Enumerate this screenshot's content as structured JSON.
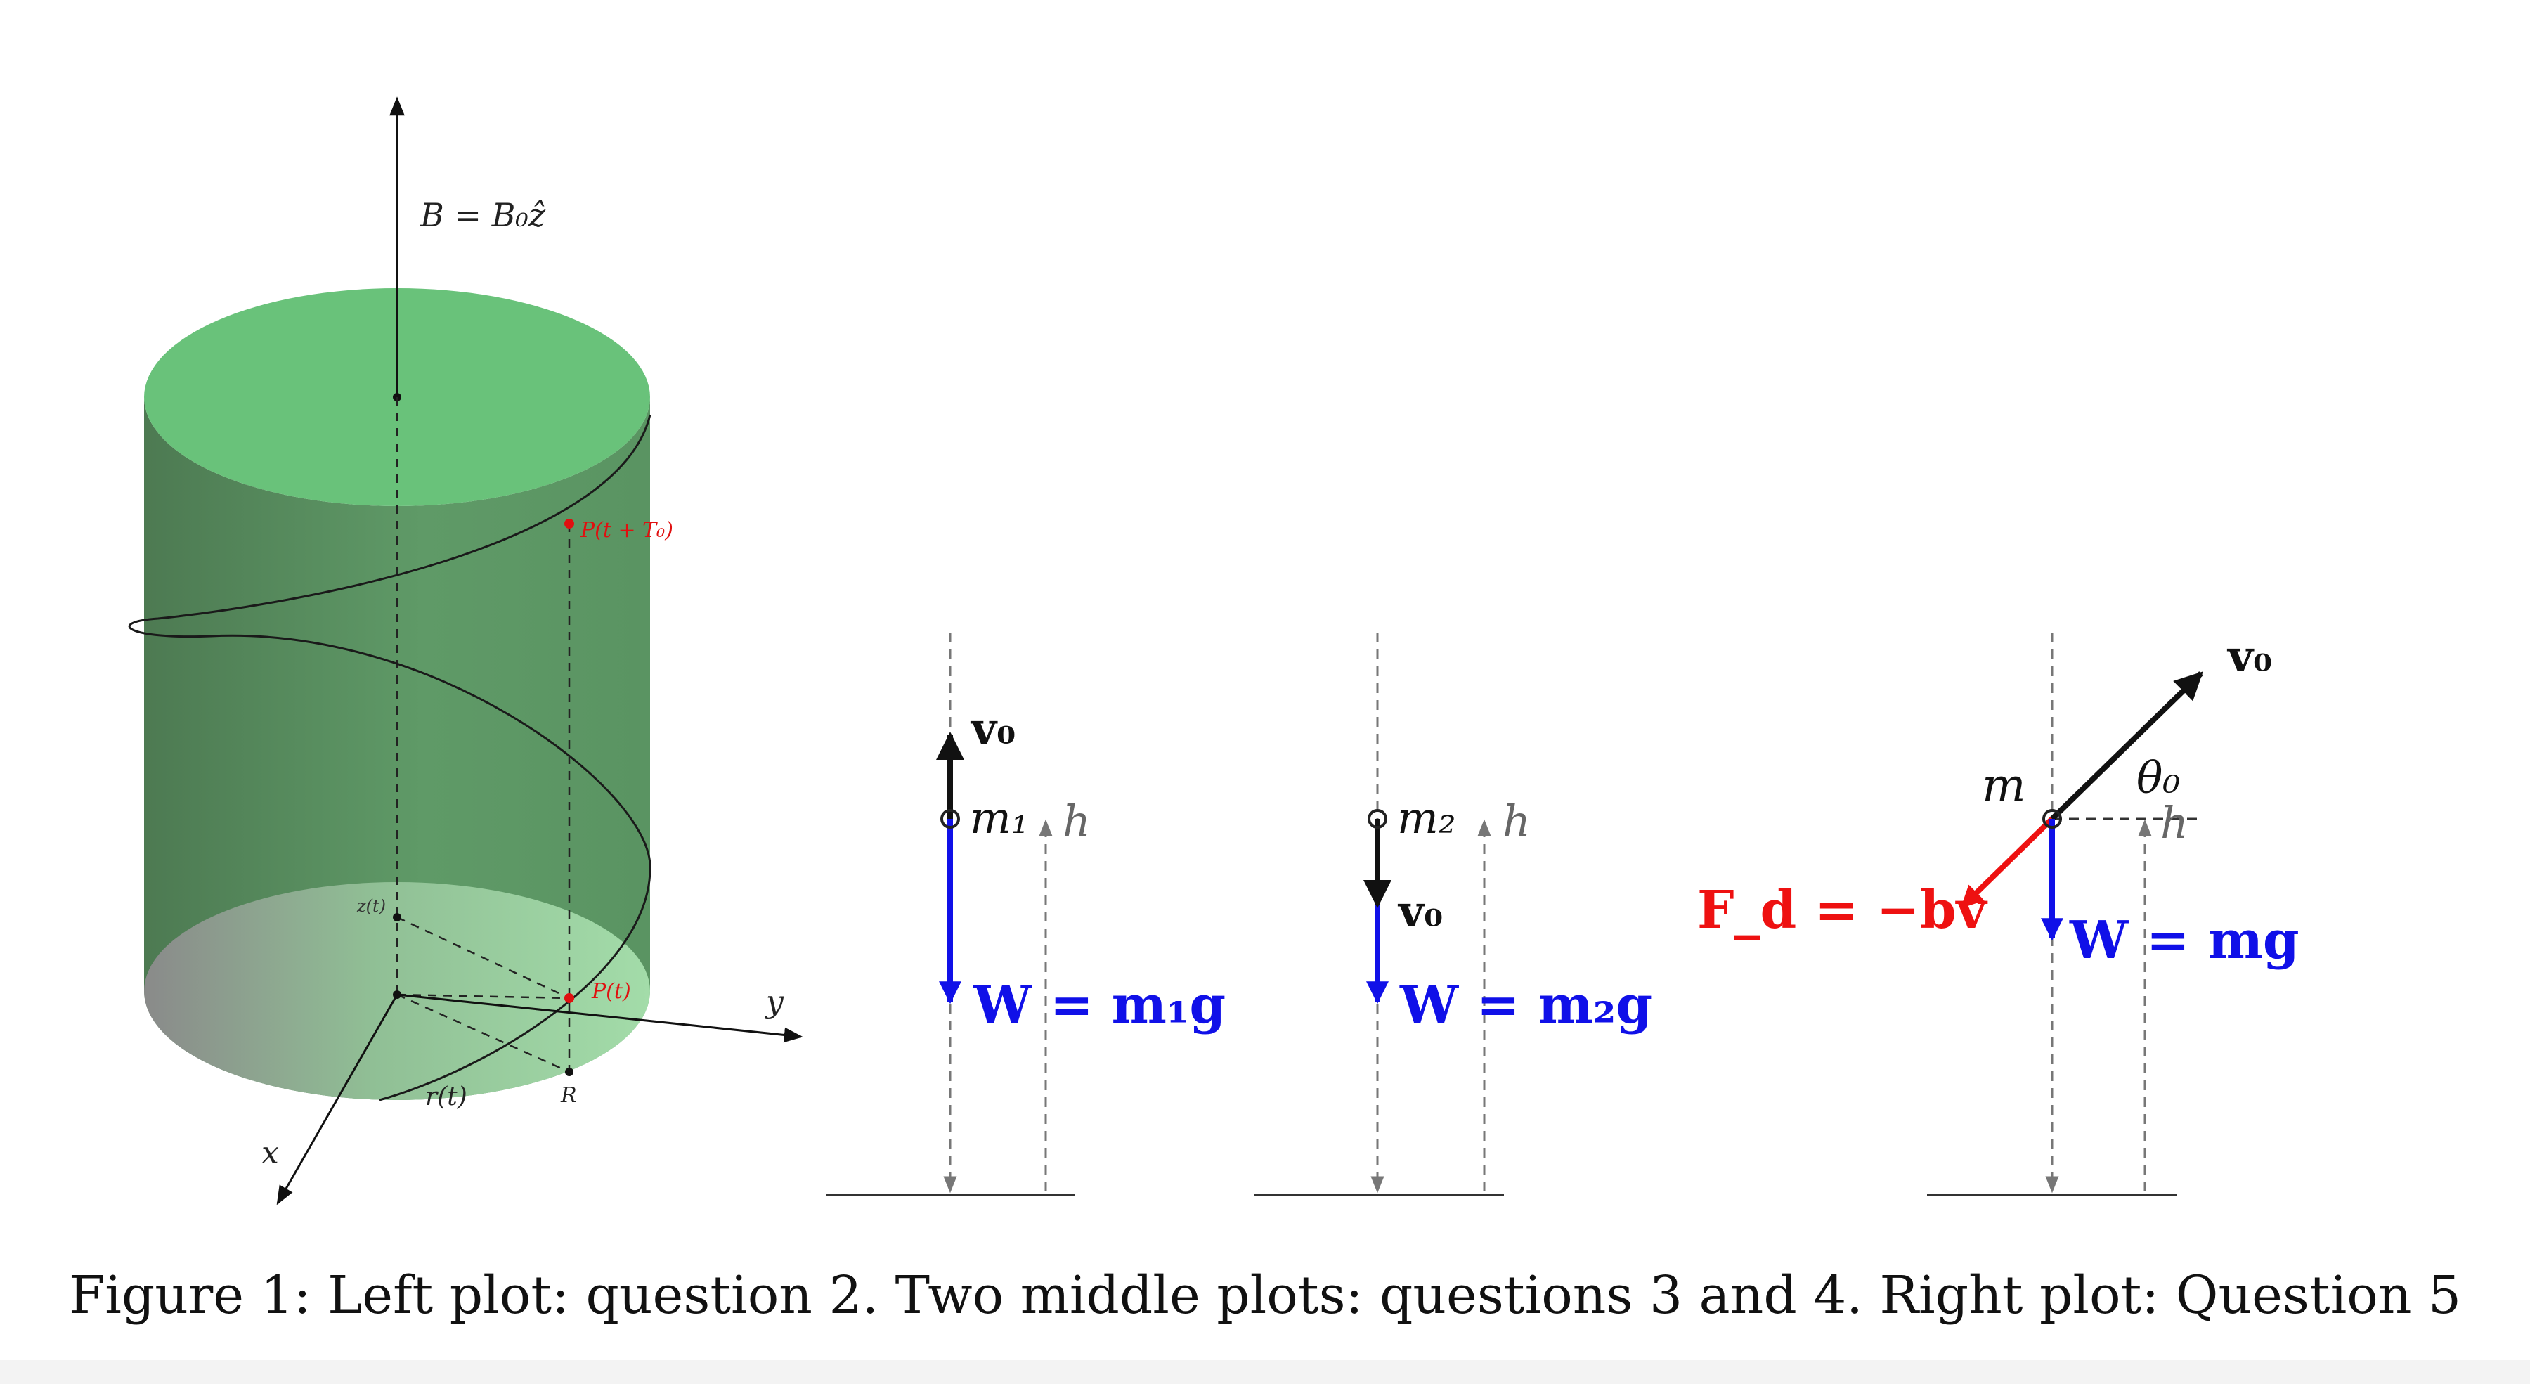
{
  "caption": "Figure 1: Left plot: question 2. Two middle plots: questions 3 and 4. Right plot: Question 5",
  "left_plot": {
    "b_label": "B = B₀ẑ",
    "point_top": "P(t + T₀)",
    "point_bottom": "P(t)",
    "z_label": "z(t)",
    "r_label": "r(t)",
    "R_label": "R",
    "x_axis": "x",
    "y_axis": "y"
  },
  "plot_q3": {
    "velocity": "v₀",
    "mass": "m₁",
    "height": "h",
    "weight": "W = m₁g"
  },
  "plot_q4": {
    "velocity": "v₀",
    "mass": "m₂",
    "height": "h",
    "weight": "W = m₂g"
  },
  "plot_q5": {
    "velocity": "v₀",
    "mass": "m",
    "angle": "θ₀",
    "height": "h",
    "drag": "F_d = −bv",
    "weight": "W = mg"
  },
  "colors": {
    "cylinder_side": "#5e9e68",
    "cylinder_top": "#69c27a",
    "cylinder_bottom": "#9fd6a5",
    "weight_arrow": "#1010e8",
    "drag_arrow": "#ee1111",
    "point_red": "#e01010",
    "guide_gray": "#777777"
  }
}
